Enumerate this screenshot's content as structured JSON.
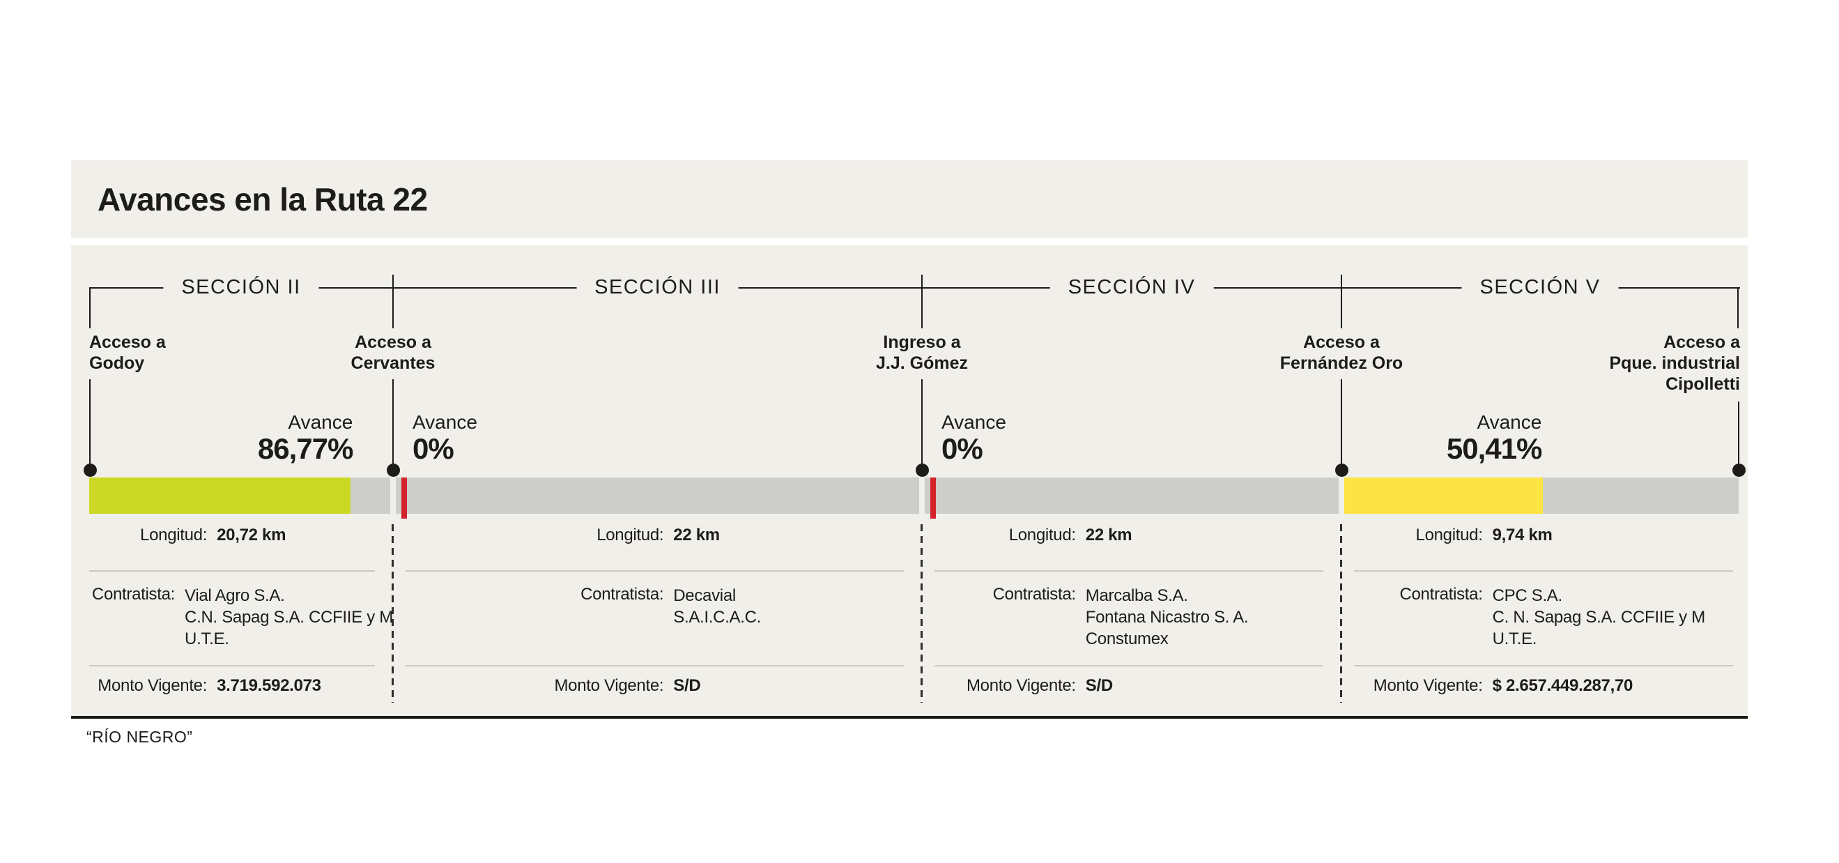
{
  "title": "Avances en la Ruta 22",
  "source": "“RÍO NEGRO”",
  "field_labels": {
    "avance": "Avance",
    "longitud": "Longitud:",
    "contratista": "Contratista:",
    "monto": "Monto Vigente:"
  },
  "end_point_lines": [
    "Acceso a",
    "Pque. industrial",
    "Cipolletti"
  ],
  "colors": {
    "box_background": "#f0efe9",
    "bar_track_gray": "#cdcdca",
    "progress_green": "#cbd926",
    "progress_yellow": "#fde343",
    "zero_marker_red": "#d2232a",
    "ink": "#1d1c1a"
  },
  "sections": [
    {
      "name": "SECCIÓN II",
      "start_lines": [
        "Acceso a",
        "Godoy"
      ],
      "avance_display": "86,77%",
      "avance_pct": 86.77,
      "longitud": "20,72 km",
      "contratista": [
        "Vial Agro S.A.",
        "C.N. Sapag S.A. CCFIIE y M",
        "U.T.E."
      ],
      "monto": "3.719.592.073"
    },
    {
      "name": "SECCIÓN III",
      "start_lines": [
        "Acceso a",
        "Cervantes"
      ],
      "avance_display": "0%",
      "avance_pct": 0,
      "longitud": "22 km",
      "contratista": [
        "Decavial",
        "S.A.I.C.A.C."
      ],
      "monto": "S/D"
    },
    {
      "name": "SECCIÓN IV",
      "start_lines": [
        "Ingreso a",
        "J.J. Gómez"
      ],
      "avance_display": "0%",
      "avance_pct": 0,
      "longitud": "22 km",
      "contratista": [
        "Marcalba S.A.",
        "Fontana Nicastro S. A.",
        "Constumex"
      ],
      "monto": "S/D"
    },
    {
      "name": "SECCIÓN V",
      "start_lines": [
        "Acceso a",
        "Fernández Oro"
      ],
      "avance_display": "50,41%",
      "avance_pct": 50.41,
      "longitud": "9,74 km",
      "contratista": [
        "CPC S.A.",
        "C. N. Sapag S.A. CCFIIE y M",
        "U.T.E."
      ],
      "monto": "$ 2.657.449.287,70"
    }
  ],
  "chart_data": {
    "type": "bar",
    "title": "Avances en la Ruta 22",
    "categories": [
      "SECCIÓN II",
      "SECCIÓN III",
      "SECCIÓN IV",
      "SECCIÓN V"
    ],
    "series": [
      {
        "name": "Avance (%)",
        "values": [
          86.77,
          0,
          0,
          50.41
        ]
      },
      {
        "name": "Longitud (km)",
        "values": [
          20.72,
          22,
          22,
          9.74
        ]
      }
    ],
    "value_labels": [
      "86,77%",
      "0%",
      "0%",
      "50,41%"
    ],
    "montos_vigentes": [
      "3.719.592.073",
      "S/D",
      "S/D",
      "$ 2.657.449.287,70"
    ],
    "contratistas": [
      "Vial Agro S.A. C.N. Sapag S.A. CCFIIE y M U.T.E.",
      "Decavial S.A.I.C.A.C.",
      "Marcalba S.A. Fontana Nicastro S. A. Constumex",
      "CPC S.A. C. N. Sapag S.A. CCFIIE y M U.T.E."
    ],
    "route_points": [
      "Acceso a Godoy",
      "Acceso a Cervantes",
      "Ingreso a J.J. Gómez",
      "Acceso a Fernández Oro",
      "Acceso a Pque. industrial Cipolletti"
    ],
    "xlabel": "",
    "ylabel": "Avance (%)",
    "ylim": [
      0,
      100
    ],
    "legend_position": "none",
    "grid": false,
    "bar_colors": [
      "#cbd926",
      "#cdcdca",
      "#cdcdca",
      "#fde343"
    ],
    "source": "“RÍO NEGRO”"
  }
}
